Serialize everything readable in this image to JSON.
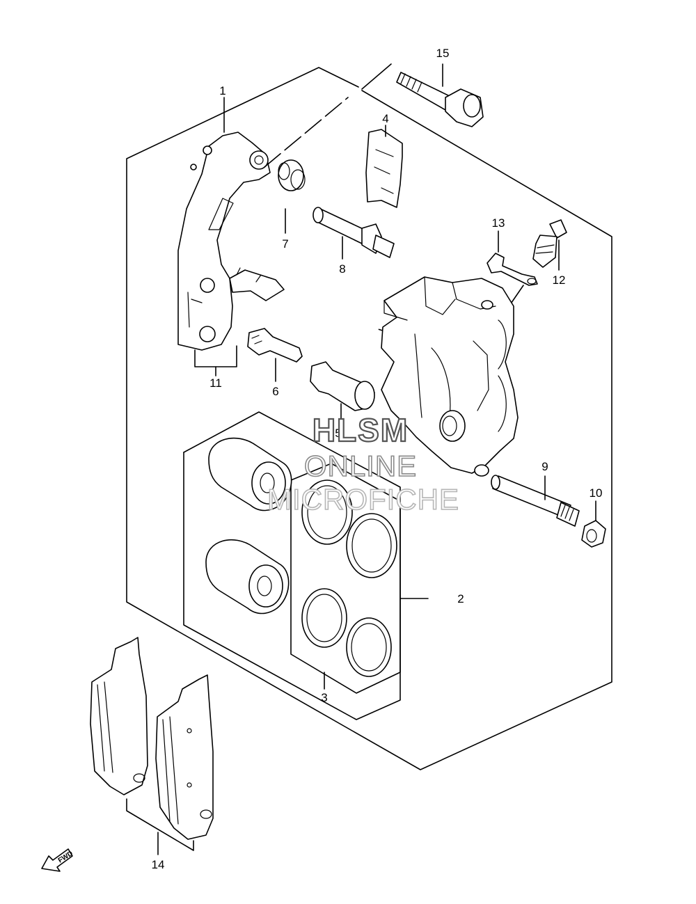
{
  "callouts": {
    "c1": "1",
    "c2": "2",
    "c3": "3",
    "c4": "4",
    "c5": "5",
    "c6": "6",
    "c7": "7",
    "c8": "8",
    "c9": "9",
    "c10": "10",
    "c11": "11",
    "c12": "12",
    "c13": "13",
    "c14": "14",
    "c15": "15"
  },
  "watermark": {
    "line1": "HLSM",
    "line2": "ONLINE",
    "line3": "MICROFICHE"
  },
  "fwd_arrow": {
    "label": "FWD"
  },
  "colors": {
    "ink": "#000000",
    "watermark_dark": "#555555",
    "watermark_light": "#b5b5b5"
  }
}
